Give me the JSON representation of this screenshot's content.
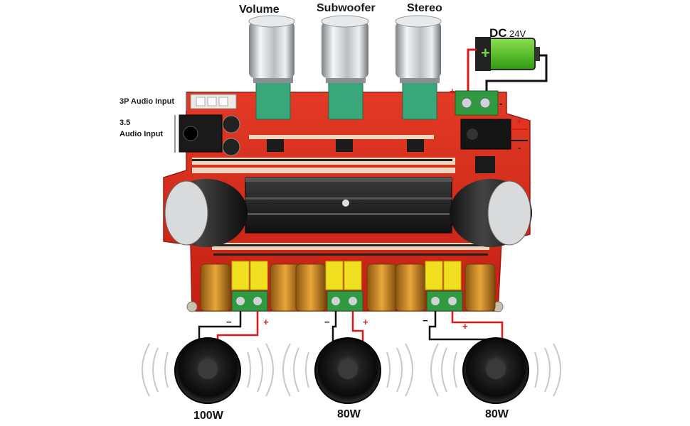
{
  "labels": {
    "volume": "Volume",
    "subwoofer": "Subwoofer",
    "stereo": "Stereo",
    "audio_3p": "3P Audio Input",
    "audio_35_line1": "3.5",
    "audio_35_line2": "Audio Input",
    "dc": "DC",
    "dc_voltage": "24V"
  },
  "power_signs": {
    "plus": "+",
    "minus": "-",
    "pcb_plus": "+",
    "pcb_minus": "-"
  },
  "speakers": [
    {
      "watt": "100W",
      "minus": "−",
      "plus": "+"
    },
    {
      "watt": "80W",
      "minus": "−",
      "plus": "+"
    },
    {
      "watt": "80W",
      "minus": "−",
      "plus": "+"
    }
  ],
  "colors": {
    "pcb": "#d42a1c",
    "heatsink": "#222222",
    "wire_red": "#e01818",
    "wire_black": "#111111",
    "battery": "#4cc21c",
    "knob_blue": "#3aa77a",
    "capacitor_yellow": "#f0e020",
    "coil_copper": "#c8861e",
    "terminal_green": "#2f9a3f"
  }
}
